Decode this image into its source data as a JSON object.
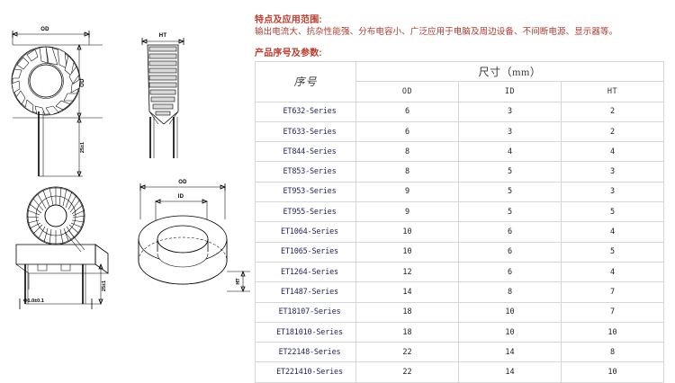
{
  "features": {
    "heading": "特点及应用范围:",
    "description": "输出电流大、抗杂性能强、分布电容小、广泛应用于电脑及周边设备、不间断电源、显示器等。"
  },
  "params": {
    "heading": "产品序号及参数:"
  },
  "table": {
    "header": {
      "serial": "序号",
      "size_group": "尺寸（mm）",
      "sub": [
        "OD",
        "ID",
        "HT"
      ]
    },
    "rows": [
      {
        "series": "ET632-Series",
        "od": "6",
        "id": "3",
        "ht": "2"
      },
      {
        "series": "ET633-Series",
        "od": "6",
        "id": "3",
        "ht": "2"
      },
      {
        "series": "ET844-Series",
        "od": "8",
        "id": "4",
        "ht": "4"
      },
      {
        "series": "ET853-Series",
        "od": "8",
        "id": "5",
        "ht": "3"
      },
      {
        "series": "ET953-Series",
        "od": "9",
        "id": "5",
        "ht": "3"
      },
      {
        "series": "ET955-Series",
        "od": "9",
        "id": "5",
        "ht": "5"
      },
      {
        "series": "ET1064-Series",
        "od": "10",
        "id": "6",
        "ht": "4"
      },
      {
        "series": "ET1065-Series",
        "od": "10",
        "id": "6",
        "ht": "5"
      },
      {
        "series": "ET1264-Series",
        "od": "12",
        "id": "6",
        "ht": "4"
      },
      {
        "series": "ET1487-Series",
        "od": "14",
        "id": "8",
        "ht": "7"
      },
      {
        "series": "ET18107-Series",
        "od": "18",
        "id": "10",
        "ht": "7"
      },
      {
        "series": "ET181010-Series",
        "od": "18",
        "id": "10",
        "ht": "10"
      },
      {
        "series": "ET22148-Series",
        "od": "22",
        "id": "14",
        "ht": "8"
      },
      {
        "series": "ET221410-Series",
        "od": "22",
        "id": "14",
        "ht": "10"
      }
    ]
  },
  "drawings": {
    "top_view": {
      "name": "toroid-top-view",
      "dim_od_top": "OD",
      "dim_od_right": "OD",
      "dim_lead": "25±1"
    },
    "side_view": {
      "name": "toroid-side-view",
      "dim_ht": "HT"
    },
    "assembly_view": {
      "name": "toroid-assembly-view",
      "dim_pin": "Φ1.0±0.1",
      "dim_height": "25±1"
    },
    "core_3d": {
      "name": "toroid-core-3d",
      "dim_od": "OD",
      "dim_id": "ID",
      "dim_ht": "HT"
    }
  },
  "colors": {
    "heading": "#c0392b",
    "body_text": "#b03a2e",
    "series_text": "#252560",
    "table_border": "#d6d6d6"
  }
}
